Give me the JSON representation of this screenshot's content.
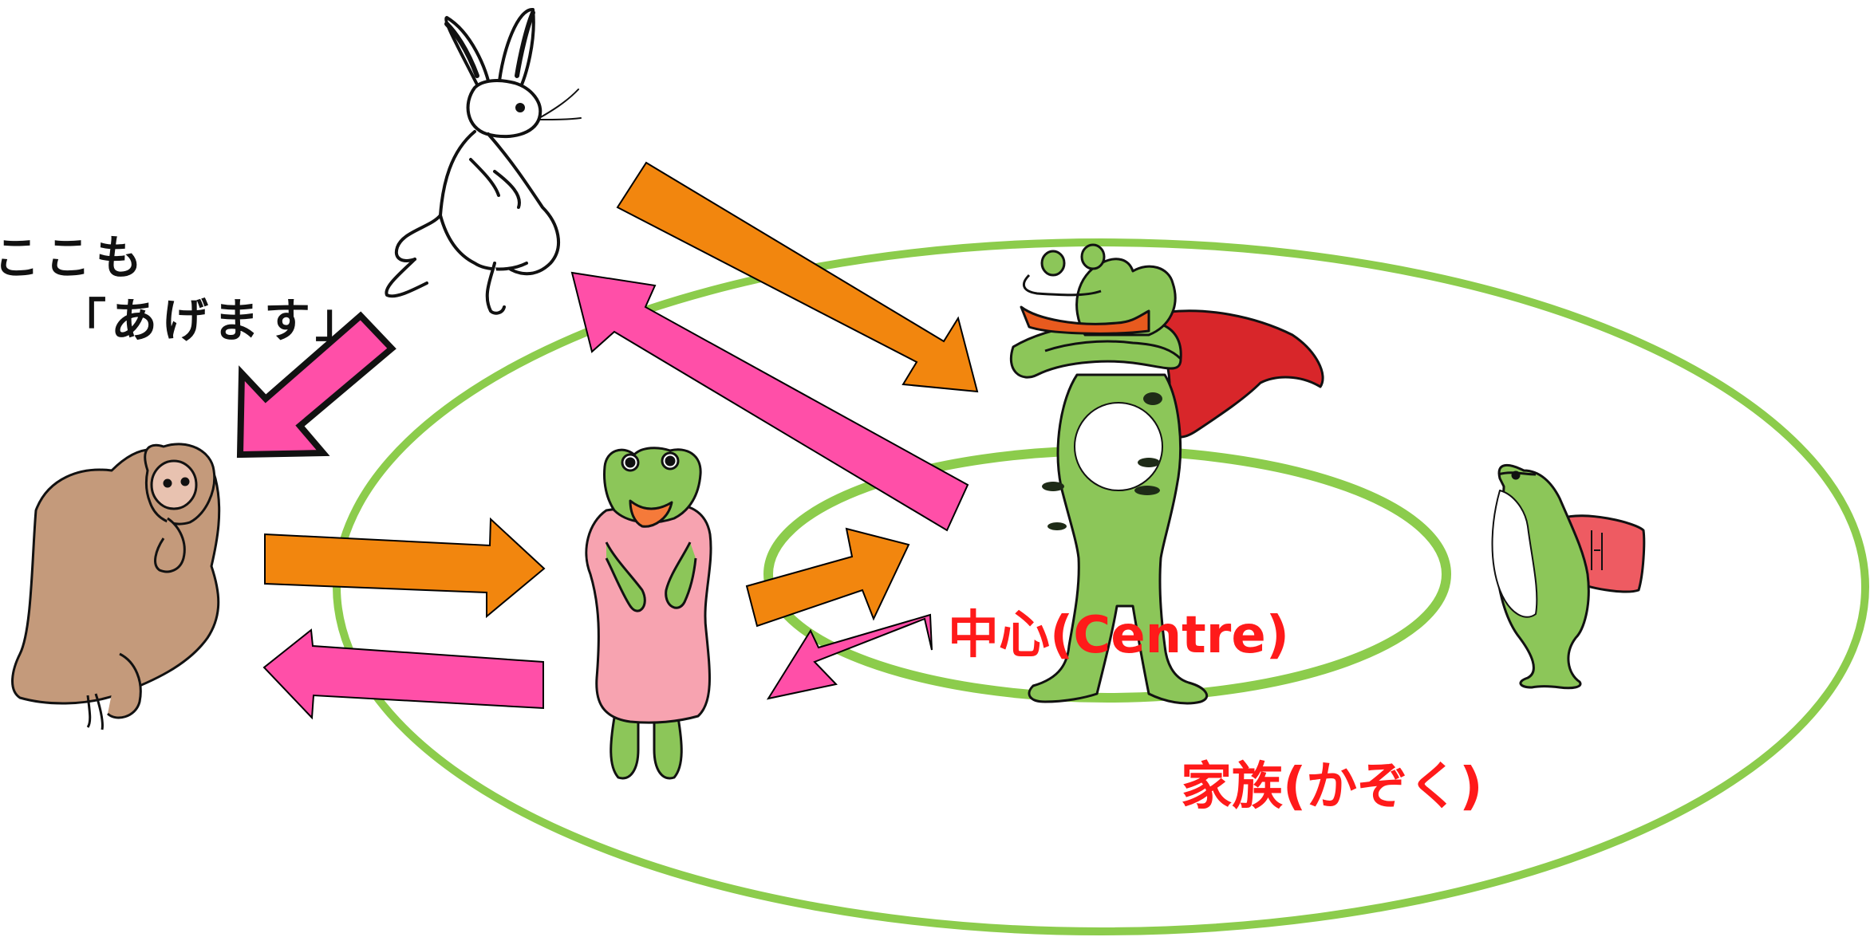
{
  "annotation": {
    "line1": "ここも",
    "line2": "「あげます」"
  },
  "circles": {
    "center_label": "中心(Centre)",
    "family_label": "家族(かぞく)"
  },
  "colors": {
    "ring": "#8ccc4c",
    "give_arrow": "#f2860e",
    "receive_arrow": "#ff4fa8",
    "label_red": "#ff1a1a",
    "frog": "#8cc659",
    "cape": "#d8262a",
    "scarf": "#e85a1e",
    "kimono": "#f7a3b0",
    "backpack": "#ee5b62",
    "monkey": "#c49a7b"
  },
  "characters": [
    "rabbit-icon",
    "monkey-icon",
    "pink-frog-icon",
    "hero-frog-icon",
    "backpack-frog-icon"
  ]
}
